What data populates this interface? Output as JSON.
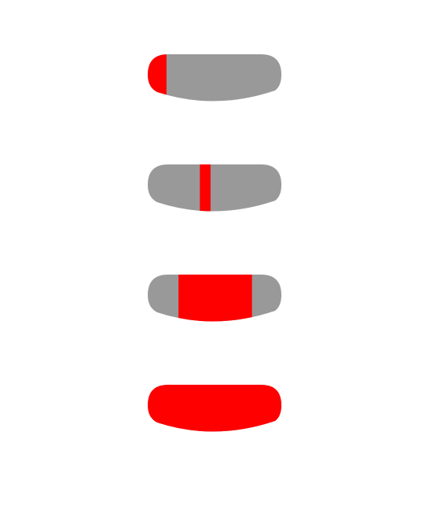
{
  "colors": {
    "background": "#ffffff",
    "base": "#999999",
    "highlight": "#ff0000"
  },
  "shapes": [
    {
      "highlight_start": 0.0,
      "highlight_end": 0.14
    },
    {
      "highlight_start": 0.39,
      "highlight_end": 0.47
    },
    {
      "highlight_start": 0.23,
      "highlight_end": 0.78
    },
    {
      "highlight_start": 0.0,
      "highlight_end": 1.0
    }
  ]
}
